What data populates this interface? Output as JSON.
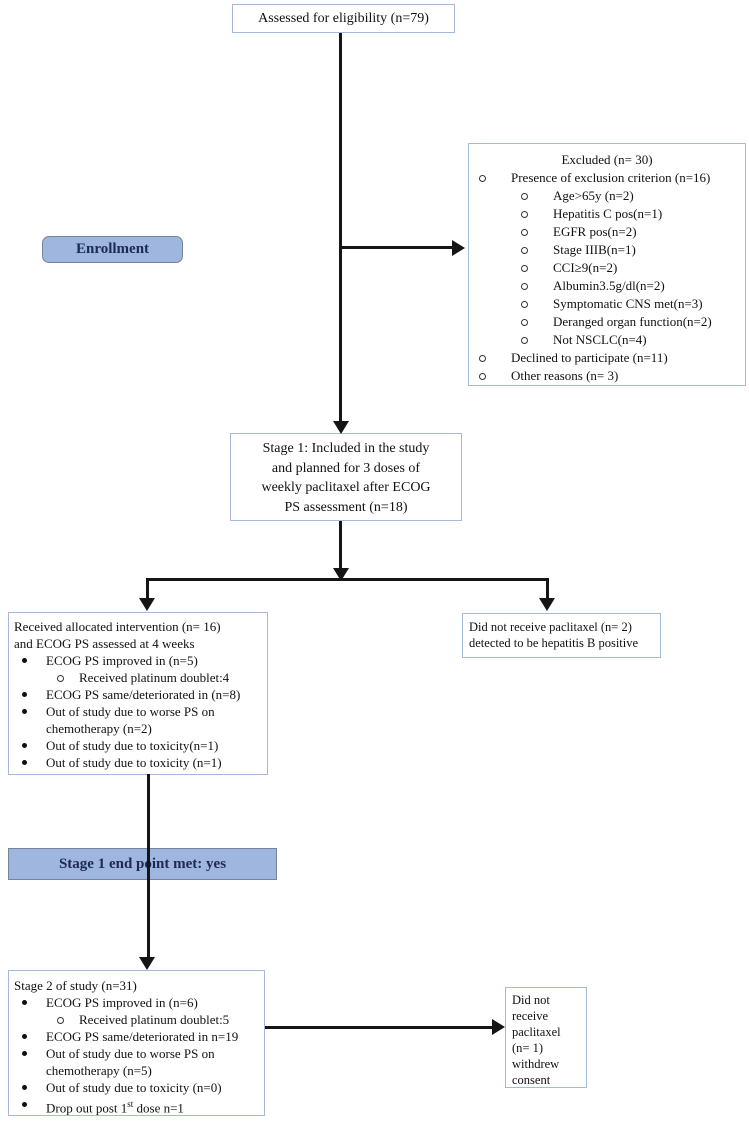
{
  "colors": {
    "box_border": "#a7b9da",
    "bar_fill": "#9fb6de",
    "bar_border": "#75839d",
    "bar_text": "#1b2a55",
    "arrow": "#151515",
    "text": "#111111"
  },
  "boxes": {
    "assessed": {
      "text": "Assessed for eligibility (n=79)"
    },
    "enrollment": {
      "label": "Enrollment"
    },
    "excluded": {
      "title": "Excluded (n= 30)",
      "items": [
        {
          "level": 1,
          "text": "Presence of exclusion criterion (n=16)"
        },
        {
          "level": 2,
          "text": "Age>65y (n=2)"
        },
        {
          "level": 2,
          "text": "Hepatitis C pos(n=1)"
        },
        {
          "level": 2,
          "text": "EGFR pos(n=2)"
        },
        {
          "level": 2,
          "text": "Stage IIIB(n=1)"
        },
        {
          "level": 2,
          "text": "CCI≥9(n=2)"
        },
        {
          "level": 2,
          "text": "Albumin3.5g/dl(n=2)"
        },
        {
          "level": 2,
          "text": "Symptomatic CNS met(n=3)"
        },
        {
          "level": 2,
          "text": "Deranged organ function(n=2)"
        },
        {
          "level": 2,
          "text": "Not NSCLC(n=4)"
        },
        {
          "level": 1,
          "text": "Declined to participate (n=11)"
        },
        {
          "level": 1,
          "text": "Other reasons (n= 3)"
        }
      ]
    },
    "stage1": {
      "lines": [
        "Stage 1: Included in the study",
        "and planned for 3 doses of",
        "weekly paclitaxel after ECOG",
        "PS assessment (n=18)"
      ]
    },
    "received": {
      "intro_lines": [
        "Received allocated intervention (n= 16)",
        "and ECOG PS assessed at 4 weeks"
      ],
      "items": [
        {
          "level": 1,
          "text": "ECOG PS improved in (n=5)"
        },
        {
          "level": 2,
          "text": "Received platinum doublet:4"
        },
        {
          "level": 1,
          "text": "ECOG PS same/deteriorated in (n=8)"
        },
        {
          "level": 1,
          "text": "Out of study due to worse PS on chemotherapy (n=2)"
        },
        {
          "level": 1,
          "text": "Out of study due to toxicity(n=1)"
        },
        {
          "level": 1,
          "text": "Out of study due to toxicity (n=1)"
        }
      ]
    },
    "not_received_stage1": {
      "lines": [
        "Did not receive paclitaxel (n= 2)",
        "detected to be hepatitis B positive"
      ]
    },
    "endpoint_bar": {
      "label": "Stage 1 end point met: yes"
    },
    "stage2": {
      "title": "Stage 2 of study (n=31)",
      "items": [
        {
          "level": 1,
          "text": "ECOG PS improved in (n=6)"
        },
        {
          "level": 2,
          "text": "Received platinum doublet:5"
        },
        {
          "level": 1,
          "text": "ECOG PS same/deteriorated in n=19"
        },
        {
          "level": 1,
          "text": "Out of study due to worse PS on chemotherapy (n=5)"
        },
        {
          "level": 1,
          "text": "Out of study due to toxicity (n=0)"
        },
        {
          "level": 1,
          "text": "Drop out post 1",
          "sup": "st",
          "tail": " dose n=1"
        }
      ]
    },
    "not_received_stage2": {
      "text": "Did not receive paclitaxel (n= 1) withdrew consent"
    }
  }
}
